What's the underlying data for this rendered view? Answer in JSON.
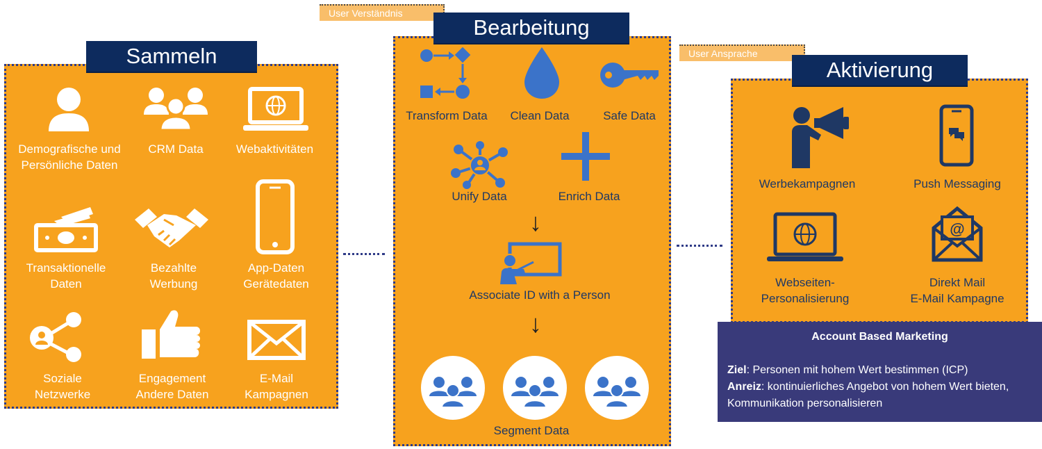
{
  "sammeln": {
    "title": "Sammeln",
    "items": [
      {
        "label": "Demografische und\nPersönliche Daten",
        "icon": "person-icon"
      },
      {
        "label": "CRM Data",
        "icon": "group-icon"
      },
      {
        "label": "Webaktivitäten",
        "icon": "laptop-globe-icon"
      },
      {
        "label": "Transaktionelle\nDaten",
        "icon": "money-icon"
      },
      {
        "label": "Bezahlte\nWerbung",
        "icon": "handshake-icon"
      },
      {
        "label": "App-Daten\nGerätedaten",
        "icon": "phone-icon"
      },
      {
        "label": "Soziale\nNetzwerke",
        "icon": "share-icon"
      },
      {
        "label": "Engagement\nAndere Daten",
        "icon": "thumbs-up-icon"
      },
      {
        "label": "E-Mail\nKampagnen",
        "icon": "envelope-icon"
      }
    ]
  },
  "bearbeitung": {
    "title": "Bearbeitung",
    "tag": "User Verständnis",
    "items": [
      {
        "label": "Transform Data",
        "icon": "flow-icon"
      },
      {
        "label": "Clean Data",
        "icon": "drop-icon"
      },
      {
        "label": "Safe Data",
        "icon": "key-icon"
      },
      {
        "label": "Unify Data",
        "icon": "hub-icon"
      },
      {
        "label": "Enrich Data",
        "icon": "plus-icon"
      },
      {
        "label": "Associate ID with a Person",
        "icon": "presenter-icon"
      },
      {
        "label": "Segment Data",
        "icon": "segment-icon"
      }
    ]
  },
  "aktivierung": {
    "title": "Aktivierung",
    "tag": "User Ansprache",
    "items": [
      {
        "label": "Werbekampagnen",
        "icon": "megaphone-icon"
      },
      {
        "label": "Push Messaging",
        "icon": "mobile-chat-icon"
      },
      {
        "label": "Webseiten-\nPersonalisierung",
        "icon": "laptop-globe-icon"
      },
      {
        "label": "Direkt Mail\nE-Mail Kampagne",
        "icon": "open-mail-icon"
      }
    ]
  },
  "abm": {
    "heading": "Account Based Marketing",
    "ziel_label": "Ziel",
    "ziel_text": ": Personen mit hohem Wert bestimmen (ICP)",
    "anreiz_label": "Anreiz",
    "anreiz_text": ": kontinuierliches Angebot von hohem Wert bieten, Kommunikation personalisieren"
  },
  "colors": {
    "panel": "#F7A21E",
    "title_bg": "#0D2B5E",
    "blue_icon": "#3B73C9",
    "dark_icon": "#1F3864",
    "abm_bg": "#393A7A"
  }
}
